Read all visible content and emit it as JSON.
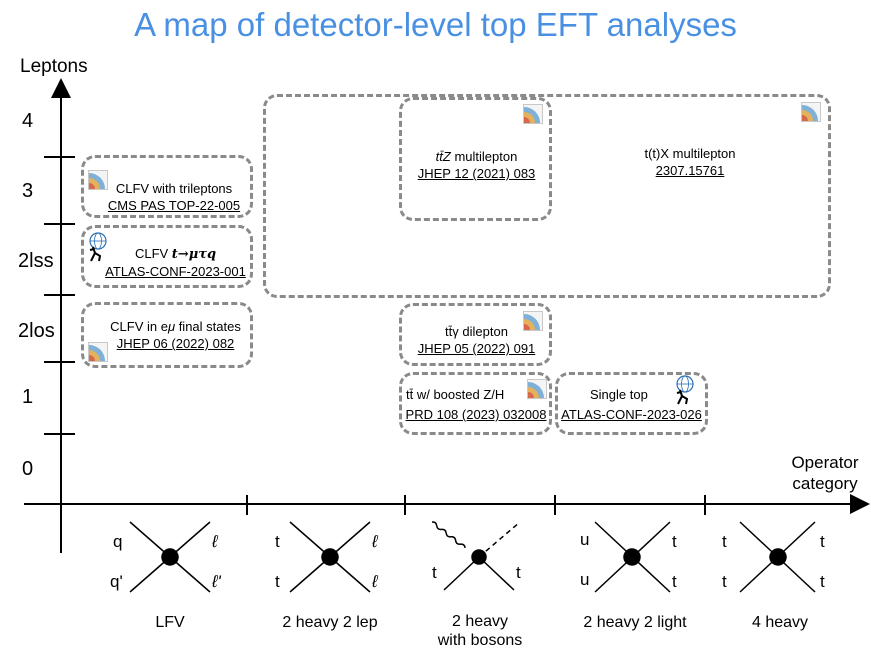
{
  "title": "A map of detector-level top EFT analyses",
  "y_axis": {
    "label": "Leptons",
    "ticks": [
      "4",
      "3",
      "2lss",
      "2los",
      "1",
      "0"
    ]
  },
  "x_axis": {
    "label_line1": "Operator",
    "label_line2": "category"
  },
  "analyses": {
    "clfv_trileptons": {
      "line1": "CLFV with trileptons",
      "line2": "CMS PAS TOP-22-005",
      "experiment": "CMS"
    },
    "clfv_tmutauq": {
      "line1_prefix": "CLFV ",
      "line1_math": "t→μτq",
      "line2": "ATLAS-CONF-2023-001",
      "experiment": "ATLAS"
    },
    "clfv_emu": {
      "line1_prefix": "CLFV in e",
      "line1_math": "μ",
      "line1_suffix": " final states",
      "line2": "JHEP 06 (2022) 082",
      "experiment": "CMS"
    },
    "ttz_multilepton": {
      "line1_math": "tt̄Z",
      "line1_suffix": " multilepton",
      "line2": "JHEP 12 (2021) 083",
      "experiment": "CMS"
    },
    "ttx_multilepton": {
      "line1": "t(t)X multilepton",
      "line2": "2307.15761",
      "experiment": "CMS"
    },
    "ttgamma_dilepton": {
      "line1_math": "tt̄γ",
      "line1_suffix": " dilepton",
      "line2": "JHEP 05 (2022) 091",
      "experiment": "CMS"
    },
    "tt_boosted": {
      "line1": "tt̄ w/ boosted Z/H",
      "line2": "PRD 108 (2023) 032008",
      "experiment": "CMS"
    },
    "single_top": {
      "line1": "Single top",
      "line2": "ATLAS-CONF-2023-026",
      "experiment": "ATLAS"
    }
  },
  "categories": [
    {
      "name": "LFV",
      "line2": "",
      "tl": "q",
      "bl": "q'",
      "tr": "ℓ",
      "br": "ℓ'",
      "boson": false
    },
    {
      "name": "2 heavy 2 lep",
      "line2": "",
      "tl": "t",
      "bl": "t",
      "tr": "ℓ",
      "br": "ℓ",
      "boson": false
    },
    {
      "name": "2 heavy",
      "line2": "with bosons",
      "tl": "",
      "bl": "t",
      "tr": "",
      "br": "t",
      "boson": true
    },
    {
      "name": "2 heavy 2 light",
      "line2": "",
      "tl": "u",
      "bl": "u",
      "tr": "t",
      "br": "t",
      "boson": false
    },
    {
      "name": "4 heavy",
      "line2": "",
      "tl": "t",
      "bl": "t",
      "tr": "t",
      "br": "t",
      "boson": false
    }
  ]
}
